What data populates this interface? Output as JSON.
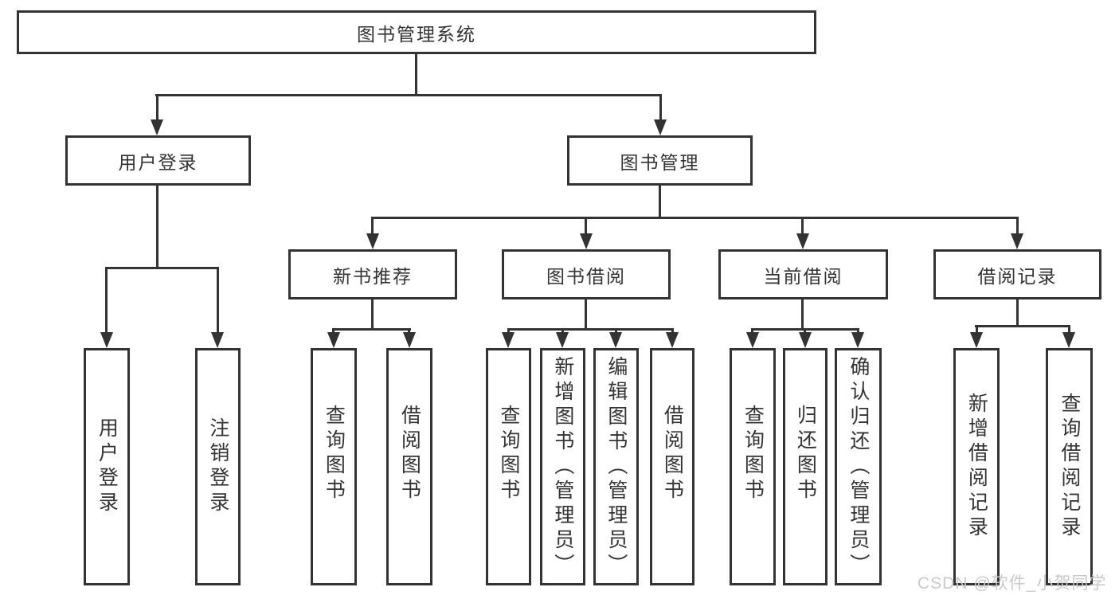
{
  "diagram": {
    "root": {
      "label": "图书管理系统"
    },
    "branches": {
      "user_login": {
        "label": "用户登录"
      },
      "book_management": {
        "label": "图书管理"
      }
    },
    "modules": {
      "new_book_recommendation": {
        "label": "新书推荐"
      },
      "book_borrowing": {
        "label": "图书借阅"
      },
      "current_borrowing": {
        "label": "当前借阅"
      },
      "borrowing_records": {
        "label": "借阅记录"
      }
    },
    "functions": {
      "user_login": {
        "label": "用户登录"
      },
      "logout": {
        "label": "注销登录"
      },
      "nb_query_book": {
        "label": "查询图书"
      },
      "nb_borrow_book": {
        "label": "借阅图书"
      },
      "bb_query_book": {
        "label": "查询图书"
      },
      "bb_add_book_admin": {
        "label": "新增图书（管理员）"
      },
      "bb_edit_book_admin": {
        "label": "编辑图书（管理员）"
      },
      "bb_borrow_book": {
        "label": "借阅图书"
      },
      "cb_query_book": {
        "label": "查询图书"
      },
      "cb_return_book": {
        "label": "归还图书"
      },
      "cb_confirm_return_admin": {
        "label": "确认归还（管理员）"
      },
      "br_add_record": {
        "label": "新增借阅记录"
      },
      "br_query_record": {
        "label": "查询借阅记录"
      }
    },
    "colors": {
      "line": "#333333",
      "box_fill": "#ffffff",
      "text": "#333333"
    }
  },
  "watermark": {
    "text": "CSDN @软件_小贺同学",
    "color": "#c9c9c9"
  }
}
